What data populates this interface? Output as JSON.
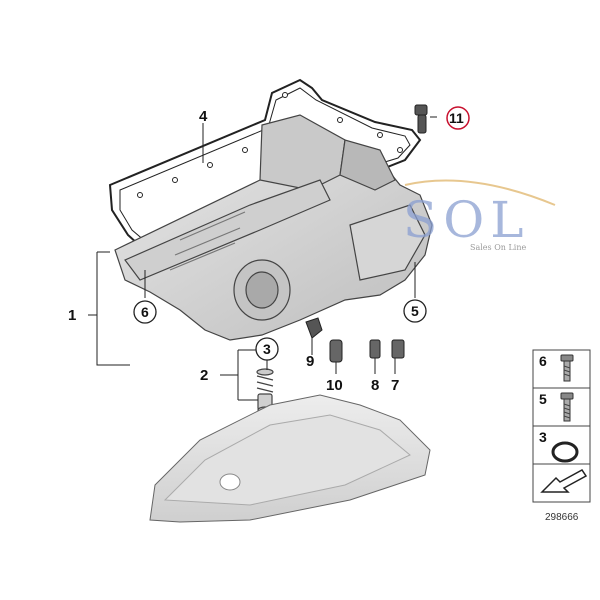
{
  "callouts": {
    "c1": "1",
    "c2": "2",
    "c3": "3",
    "c4": "4",
    "c5": "5",
    "c6": "6",
    "c7": "7",
    "c8": "8",
    "c9": "9",
    "c10": "10",
    "c11": "11"
  },
  "legend": {
    "items": [
      {
        "number": "6",
        "icon": "hex-bolt-icon"
      },
      {
        "number": "5",
        "icon": "bolt-icon"
      },
      {
        "number": "3",
        "icon": "o-ring-icon"
      },
      {
        "number": "",
        "icon": "arrow-icon"
      }
    ]
  },
  "diagram_id": "298666",
  "watermark": {
    "letters": "SOL",
    "tagline": "Sales On Line"
  },
  "colors": {
    "part_fill": "#d9d9d9",
    "part_stroke": "#444444",
    "highlight_circle": "#c8102e",
    "logo_blue": "#8a9fd1"
  }
}
